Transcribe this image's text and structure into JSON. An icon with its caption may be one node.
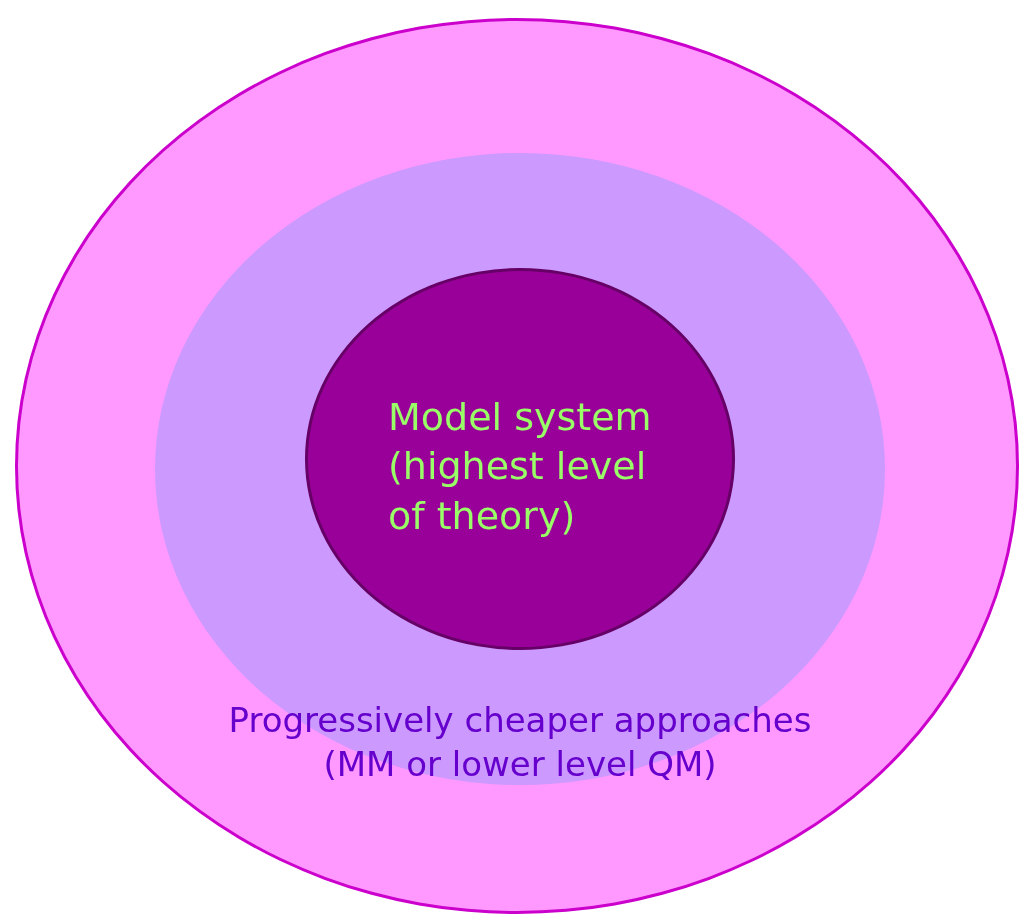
{
  "diagram": {
    "nodes": [
      {
        "text": [],
        "shape": "ellipse"
      },
      {
        "text": [
          "Progressively cheaper approaches (MM or lower level QM)"
        ],
        "in": 0
      },
      {
        "text": [
          "Model system (highest level of theory)"
        ],
        "in": 1
      }
    ]
  }
}
